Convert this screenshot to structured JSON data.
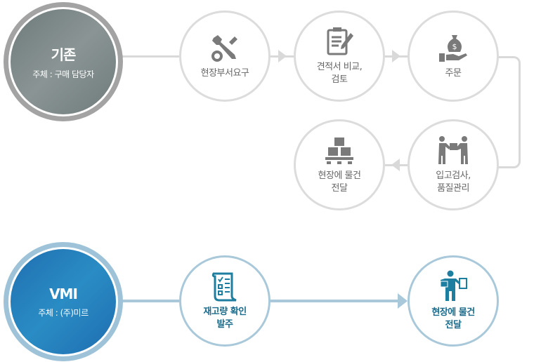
{
  "legacy": {
    "title": "기존",
    "subtitle": "주체 : 구매 담당자",
    "steps": [
      {
        "label": "현장부서요구",
        "icon": "wrench-icon"
      },
      {
        "label": "견적서 비교,\n검토",
        "icon": "clipboard-pen-icon"
      },
      {
        "label": "주문",
        "icon": "money-hand-icon"
      },
      {
        "label": "입고검사,\n품질관리",
        "icon": "inspection-icon"
      },
      {
        "label": "현장에 물건\n전달",
        "icon": "boxes-pallet-icon"
      }
    ]
  },
  "vmi": {
    "title": "VMI",
    "subtitle": "주체 : (주)미르",
    "steps": [
      {
        "label": "재고량 확인\n발주",
        "icon": "checklist-scroll-icon"
      },
      {
        "label": "현장에 물건\n전달",
        "icon": "delivery-person-icon"
      }
    ]
  },
  "colors": {
    "gray": "#7a7a7a",
    "blue": "#1f7fb0"
  }
}
